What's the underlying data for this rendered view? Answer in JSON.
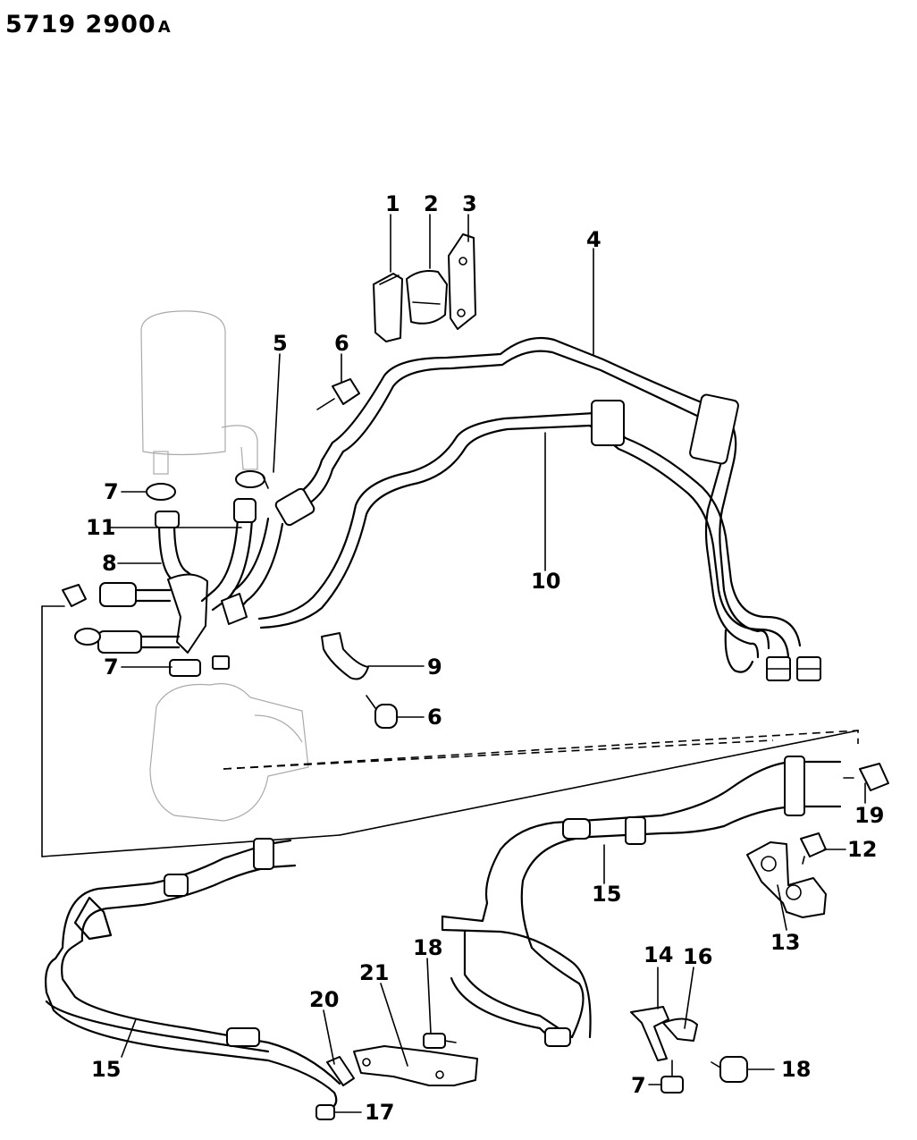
{
  "header": {
    "code": "5719  2900",
    "revision": "A"
  },
  "callouts": {
    "c1": "1",
    "c2": "2",
    "c3": "3",
    "c4": "4",
    "c5": "5",
    "c6a": "6",
    "c6b": "6",
    "c7a": "7",
    "c7b": "7",
    "c7c": "7",
    "c8": "8",
    "c9": "9",
    "c10": "10",
    "c11": "11",
    "c12": "12",
    "c13": "13",
    "c14": "14",
    "c15a": "15",
    "c15b": "15",
    "c16": "16",
    "c17": "17",
    "c18a": "18",
    "c18b": "18",
    "c19": "19",
    "c20": "20",
    "c21": "21"
  }
}
